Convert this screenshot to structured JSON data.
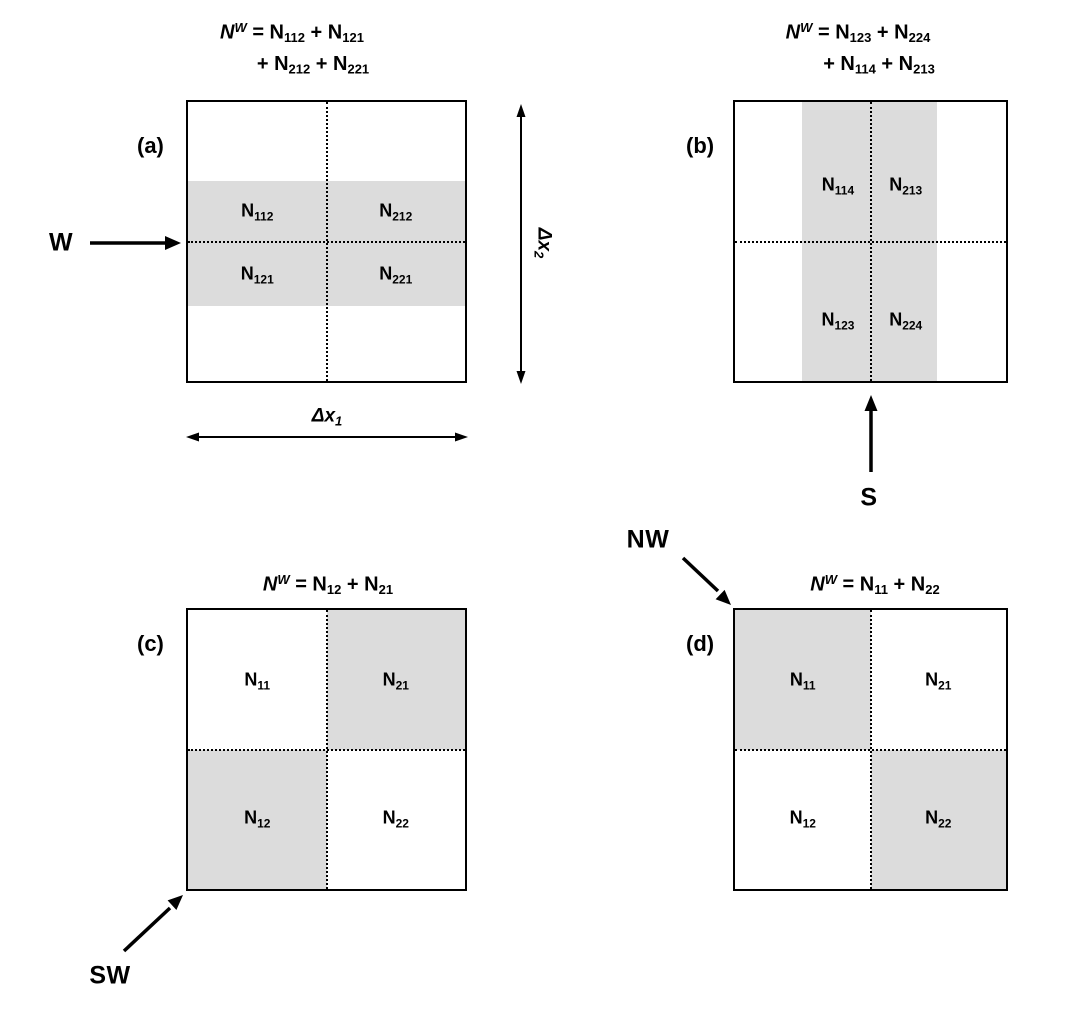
{
  "colors": {
    "shade": "#dcdcdc",
    "line": "#000000"
  },
  "panels": {
    "a": {
      "tag": "(a)",
      "direction": "W",
      "formula": {
        "l1": [
          "N",
          "W",
          " = N",
          "112",
          " + N",
          "121"
        ],
        "l2": [
          "+ N",
          "212",
          " + N",
          "221"
        ]
      },
      "cells": {
        "tl": {
          "base": "N",
          "sub": "112"
        },
        "tr": {
          "base": "N",
          "sub": "212"
        },
        "bl": {
          "base": "N",
          "sub": "121"
        },
        "br": {
          "base": "N",
          "sub": "221"
        }
      }
    },
    "b": {
      "tag": "(b)",
      "direction": "S",
      "formula": {
        "l1": [
          "N",
          "W",
          " = N",
          "123",
          " + N",
          "224"
        ],
        "l2": [
          "+ N",
          "114",
          " + N",
          "213"
        ]
      },
      "cells": {
        "tl": {
          "base": "N",
          "sub": "114"
        },
        "tr": {
          "base": "N",
          "sub": "213"
        },
        "bl": {
          "base": "N",
          "sub": "123"
        },
        "br": {
          "base": "N",
          "sub": "224"
        }
      }
    },
    "c": {
      "tag": "(c)",
      "direction": "SW",
      "formula": {
        "l1": [
          "N",
          "W",
          " = N",
          "12",
          " + N",
          "21"
        ]
      },
      "cells": {
        "tl": {
          "base": "N",
          "sub": "11"
        },
        "tr": {
          "base": "N",
          "sub": "21"
        },
        "bl": {
          "base": "N",
          "sub": "12"
        },
        "br": {
          "base": "N",
          "sub": "22"
        }
      }
    },
    "d": {
      "tag": "(d)",
      "direction": "NW",
      "formula": {
        "l1": [
          "N",
          "W",
          " = N",
          "11",
          " + N",
          "22"
        ]
      },
      "cells": {
        "tl": {
          "base": "N",
          "sub": "11"
        },
        "tr": {
          "base": "N",
          "sub": "21"
        },
        "bl": {
          "base": "N",
          "sub": "12"
        },
        "br": {
          "base": "N",
          "sub": "22"
        }
      }
    }
  },
  "dimensions": {
    "dx1": {
      "base": "Δx",
      "sub": "1"
    },
    "dx2": {
      "base": "Δx",
      "sub": "2"
    }
  }
}
